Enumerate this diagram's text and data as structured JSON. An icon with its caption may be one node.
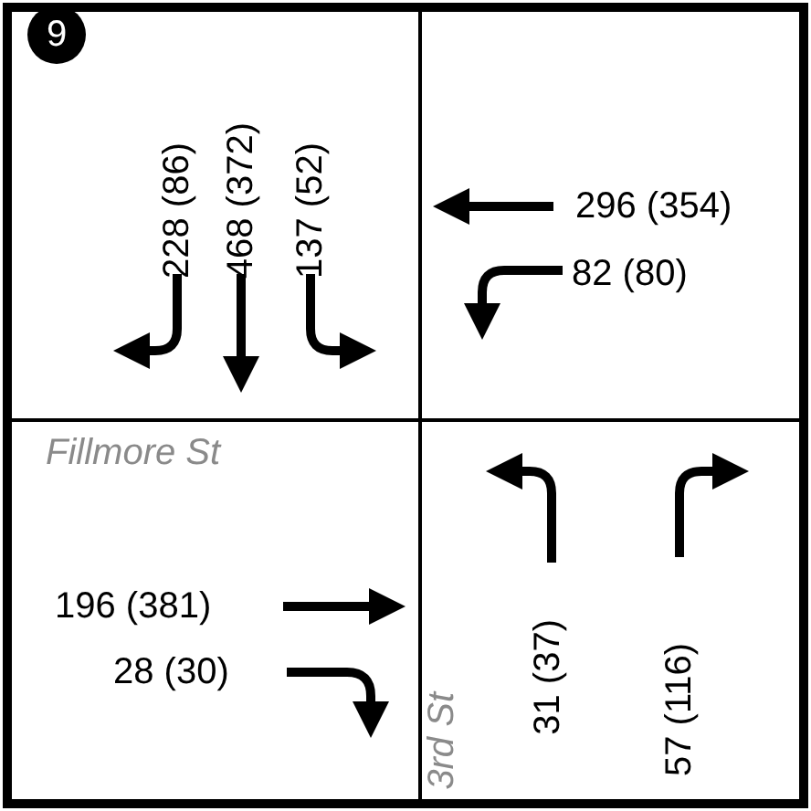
{
  "diagram": {
    "labels": [
      "9",
      "228 (86)",
      "468 (372)",
      "137 (52)",
      "296 (354)",
      "82 (80)",
      "Fillmore St",
      "196 (381)",
      "28 (30)",
      "3rd St",
      "31 (37)",
      "57 (116)"
    ]
  }
}
